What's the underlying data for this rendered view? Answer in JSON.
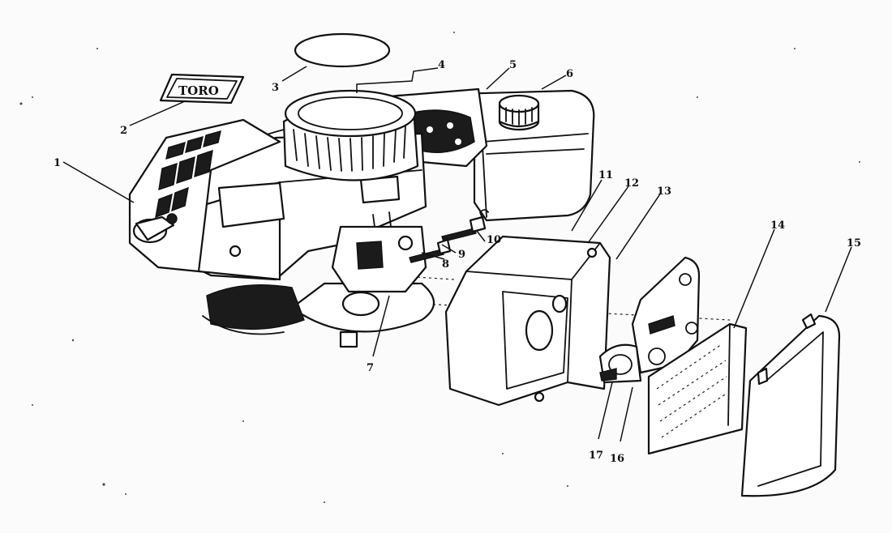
{
  "diagram": {
    "decal_text": "TORO",
    "callouts": [
      {
        "id": "callout-1",
        "text": "1"
      },
      {
        "id": "callout-2",
        "text": "2"
      },
      {
        "id": "callout-3",
        "text": "3"
      },
      {
        "id": "callout-4",
        "text": "4"
      },
      {
        "id": "callout-5",
        "text": "5"
      },
      {
        "id": "callout-6",
        "text": "6"
      },
      {
        "id": "callout-7",
        "text": "7"
      },
      {
        "id": "callout-8",
        "text": "8"
      },
      {
        "id": "callout-9",
        "text": "9"
      },
      {
        "id": "callout-10",
        "text": "10"
      },
      {
        "id": "callout-11",
        "text": "11"
      },
      {
        "id": "callout-12",
        "text": "12"
      },
      {
        "id": "callout-13",
        "text": "13"
      },
      {
        "id": "callout-14",
        "text": "14"
      },
      {
        "id": "callout-15",
        "text": "15"
      },
      {
        "id": "callout-16",
        "text": "16"
      },
      {
        "id": "callout-17",
        "text": "17"
      }
    ]
  }
}
